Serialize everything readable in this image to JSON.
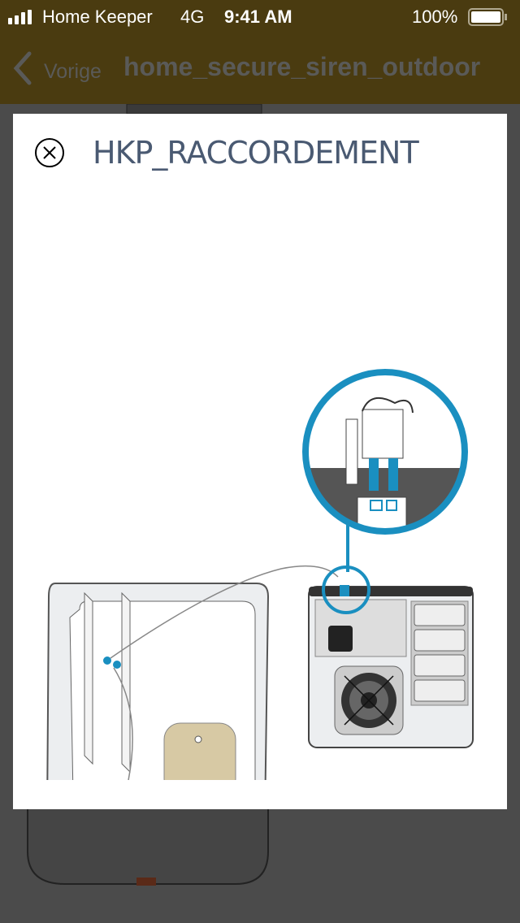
{
  "status_bar": {
    "carrier": "Home Keeper",
    "network": "4G",
    "time": "9:41 AM",
    "battery": "100%"
  },
  "nav": {
    "back_label": "Vorige",
    "title": "home_secure_siren_outdoor"
  },
  "modal": {
    "title": "HKP_RACCORDEMENT",
    "close_icon": "close-circle-icon"
  },
  "colors": {
    "bar": "#4a3b10",
    "accent": "#1a8fc0",
    "title": "#4a5a72"
  }
}
